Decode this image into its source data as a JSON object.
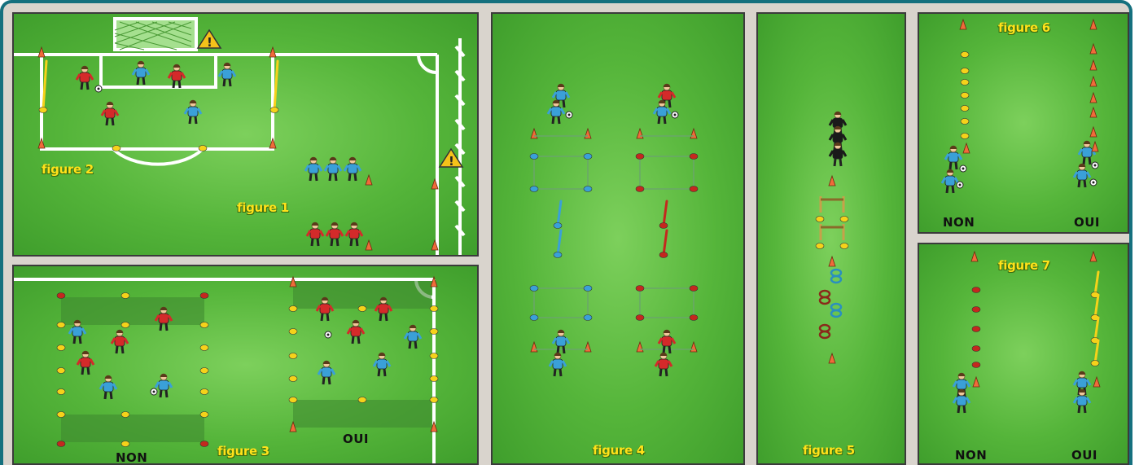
{
  "labels": {
    "figure1": "figure 1",
    "figure2": "figure 2",
    "figure3": "figure 3",
    "figure4": "figure 4",
    "figure5": "figure 5",
    "figure6": "figure 6",
    "figure7": "figure 7",
    "non3": "NON",
    "oui3": "OUI",
    "non6": "NON",
    "oui6": "OUI",
    "non7": "NON",
    "oui7": "OUI"
  },
  "colors": {
    "grass": "#55b53a",
    "line": "#ffffff",
    "blue_team": "#3aa0d8",
    "red_team": "#d42a2a",
    "black_team": "#1a1a1a",
    "cone_orange": "#f06b3a",
    "cone_yellow": "#f5d21a",
    "cone_blue": "#3aa0d8",
    "cone_red": "#c4281e",
    "label_yellow": "#ffe21a",
    "frame": "#15707e"
  },
  "icons": [
    "warning-icon",
    "goal-net-icon",
    "ball-icon",
    "cone-icon",
    "pole-icon",
    "hurdle-icon",
    "ring-icon",
    "player-icon"
  ]
}
